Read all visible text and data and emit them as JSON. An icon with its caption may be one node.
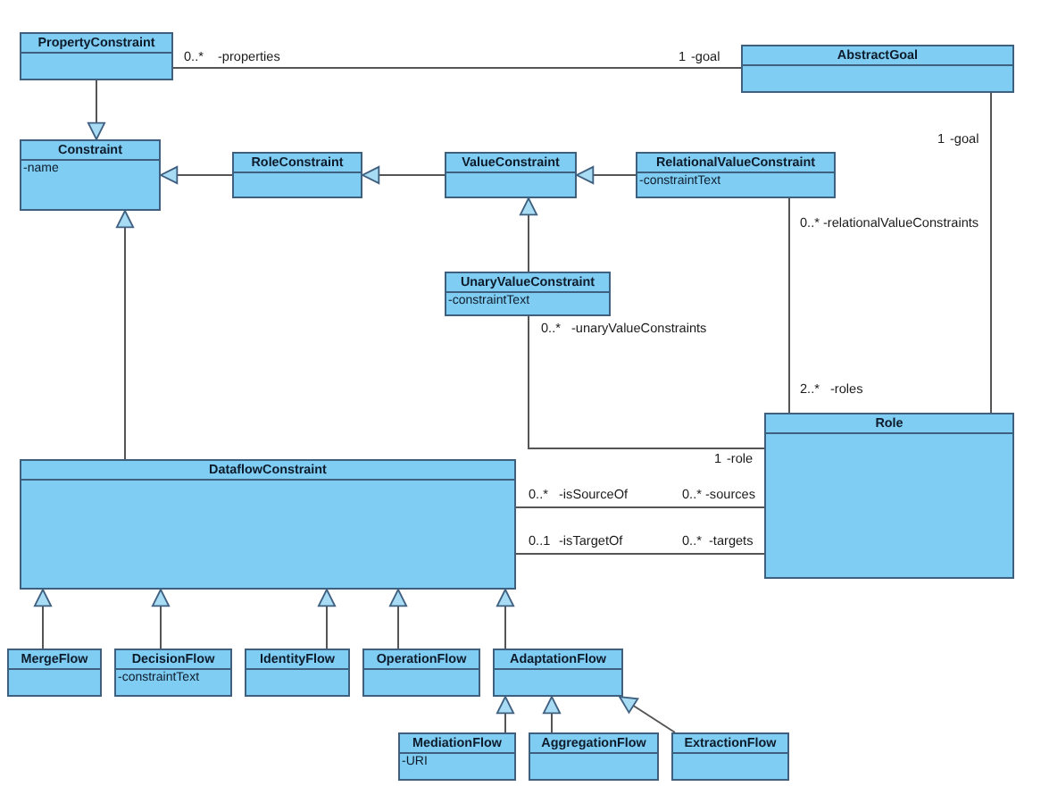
{
  "diagram": {
    "nodes": [
      {
        "text": [
          "PropertyConstraint"
        ]
      },
      {
        "text": [
          "AbstractGoal"
        ]
      },
      {
        "text": [
          "Constraint",
          "-name"
        ]
      },
      {
        "text": [
          "RoleConstraint"
        ]
      },
      {
        "text": [
          "ValueConstraint"
        ]
      },
      {
        "text": [
          "RelationalValueConstraint",
          "-constraintText"
        ]
      },
      {
        "text": [
          "UnaryValueConstraint",
          "-constraintText"
        ]
      },
      {
        "text": [
          "DataflowConstraint"
        ]
      },
      {
        "text": [
          "Role"
        ]
      },
      {
        "text": [
          "MergeFlow"
        ]
      },
      {
        "text": [
          "DecisionFlow",
          "-constraintText"
        ]
      },
      {
        "text": [
          "IdentityFlow"
        ]
      },
      {
        "text": [
          "OperationFlow"
        ]
      },
      {
        "text": [
          "AdaptationFlow"
        ]
      },
      {
        "text": [
          "MediationFlow",
          "-URI"
        ]
      },
      {
        "text": [
          "AggregationFlow"
        ]
      },
      {
        "text": [
          "ExtractionFlow"
        ]
      }
    ],
    "edges": [
      {
        "from": 0,
        "to": 2,
        "arrow": "to"
      },
      {
        "from": 0,
        "to": 1,
        "arrow": "none"
      },
      {
        "from": 3,
        "to": 2,
        "arrow": "to"
      },
      {
        "from": 4,
        "to": 3,
        "arrow": "to"
      },
      {
        "from": 5,
        "to": 4,
        "arrow": "to"
      },
      {
        "from": 6,
        "to": 4,
        "arrow": "to"
      },
      {
        "from": 1,
        "to": 8,
        "arrow": "none"
      },
      {
        "from": 5,
        "to": 8,
        "arrow": "none"
      },
      {
        "from": 6,
        "to": 8,
        "arrow": "none"
      },
      {
        "from": 7,
        "to": 2,
        "arrow": "to"
      },
      {
        "from": 7,
        "to": 8,
        "arrow": "none"
      },
      {
        "from": 7,
        "to": 8,
        "arrow": "none"
      },
      {
        "from": 9,
        "to": 7,
        "arrow": "to"
      },
      {
        "from": 10,
        "to": 7,
        "arrow": "to"
      },
      {
        "from": 11,
        "to": 7,
        "arrow": "to"
      },
      {
        "from": 12,
        "to": 7,
        "arrow": "to"
      },
      {
        "from": 13,
        "to": 7,
        "arrow": "to"
      },
      {
        "from": 14,
        "to": 13,
        "arrow": "to"
      },
      {
        "from": 15,
        "to": 13,
        "arrow": "to"
      },
      {
        "from": 16,
        "to": 13,
        "arrow": "to"
      }
    ],
    "labels": [
      "0..*",
      "-properties",
      "1",
      "-goal",
      "1",
      "-goal",
      "0..*",
      "-relationalValueConstraints",
      "0..*",
      "-unaryValueConstraints",
      "2..*",
      "-roles",
      "1",
      "-role",
      "0..*",
      "-isSourceOf",
      "0..*",
      "-sources",
      "0..1",
      "-isTargetOf",
      "0..*",
      "-targets"
    ]
  }
}
